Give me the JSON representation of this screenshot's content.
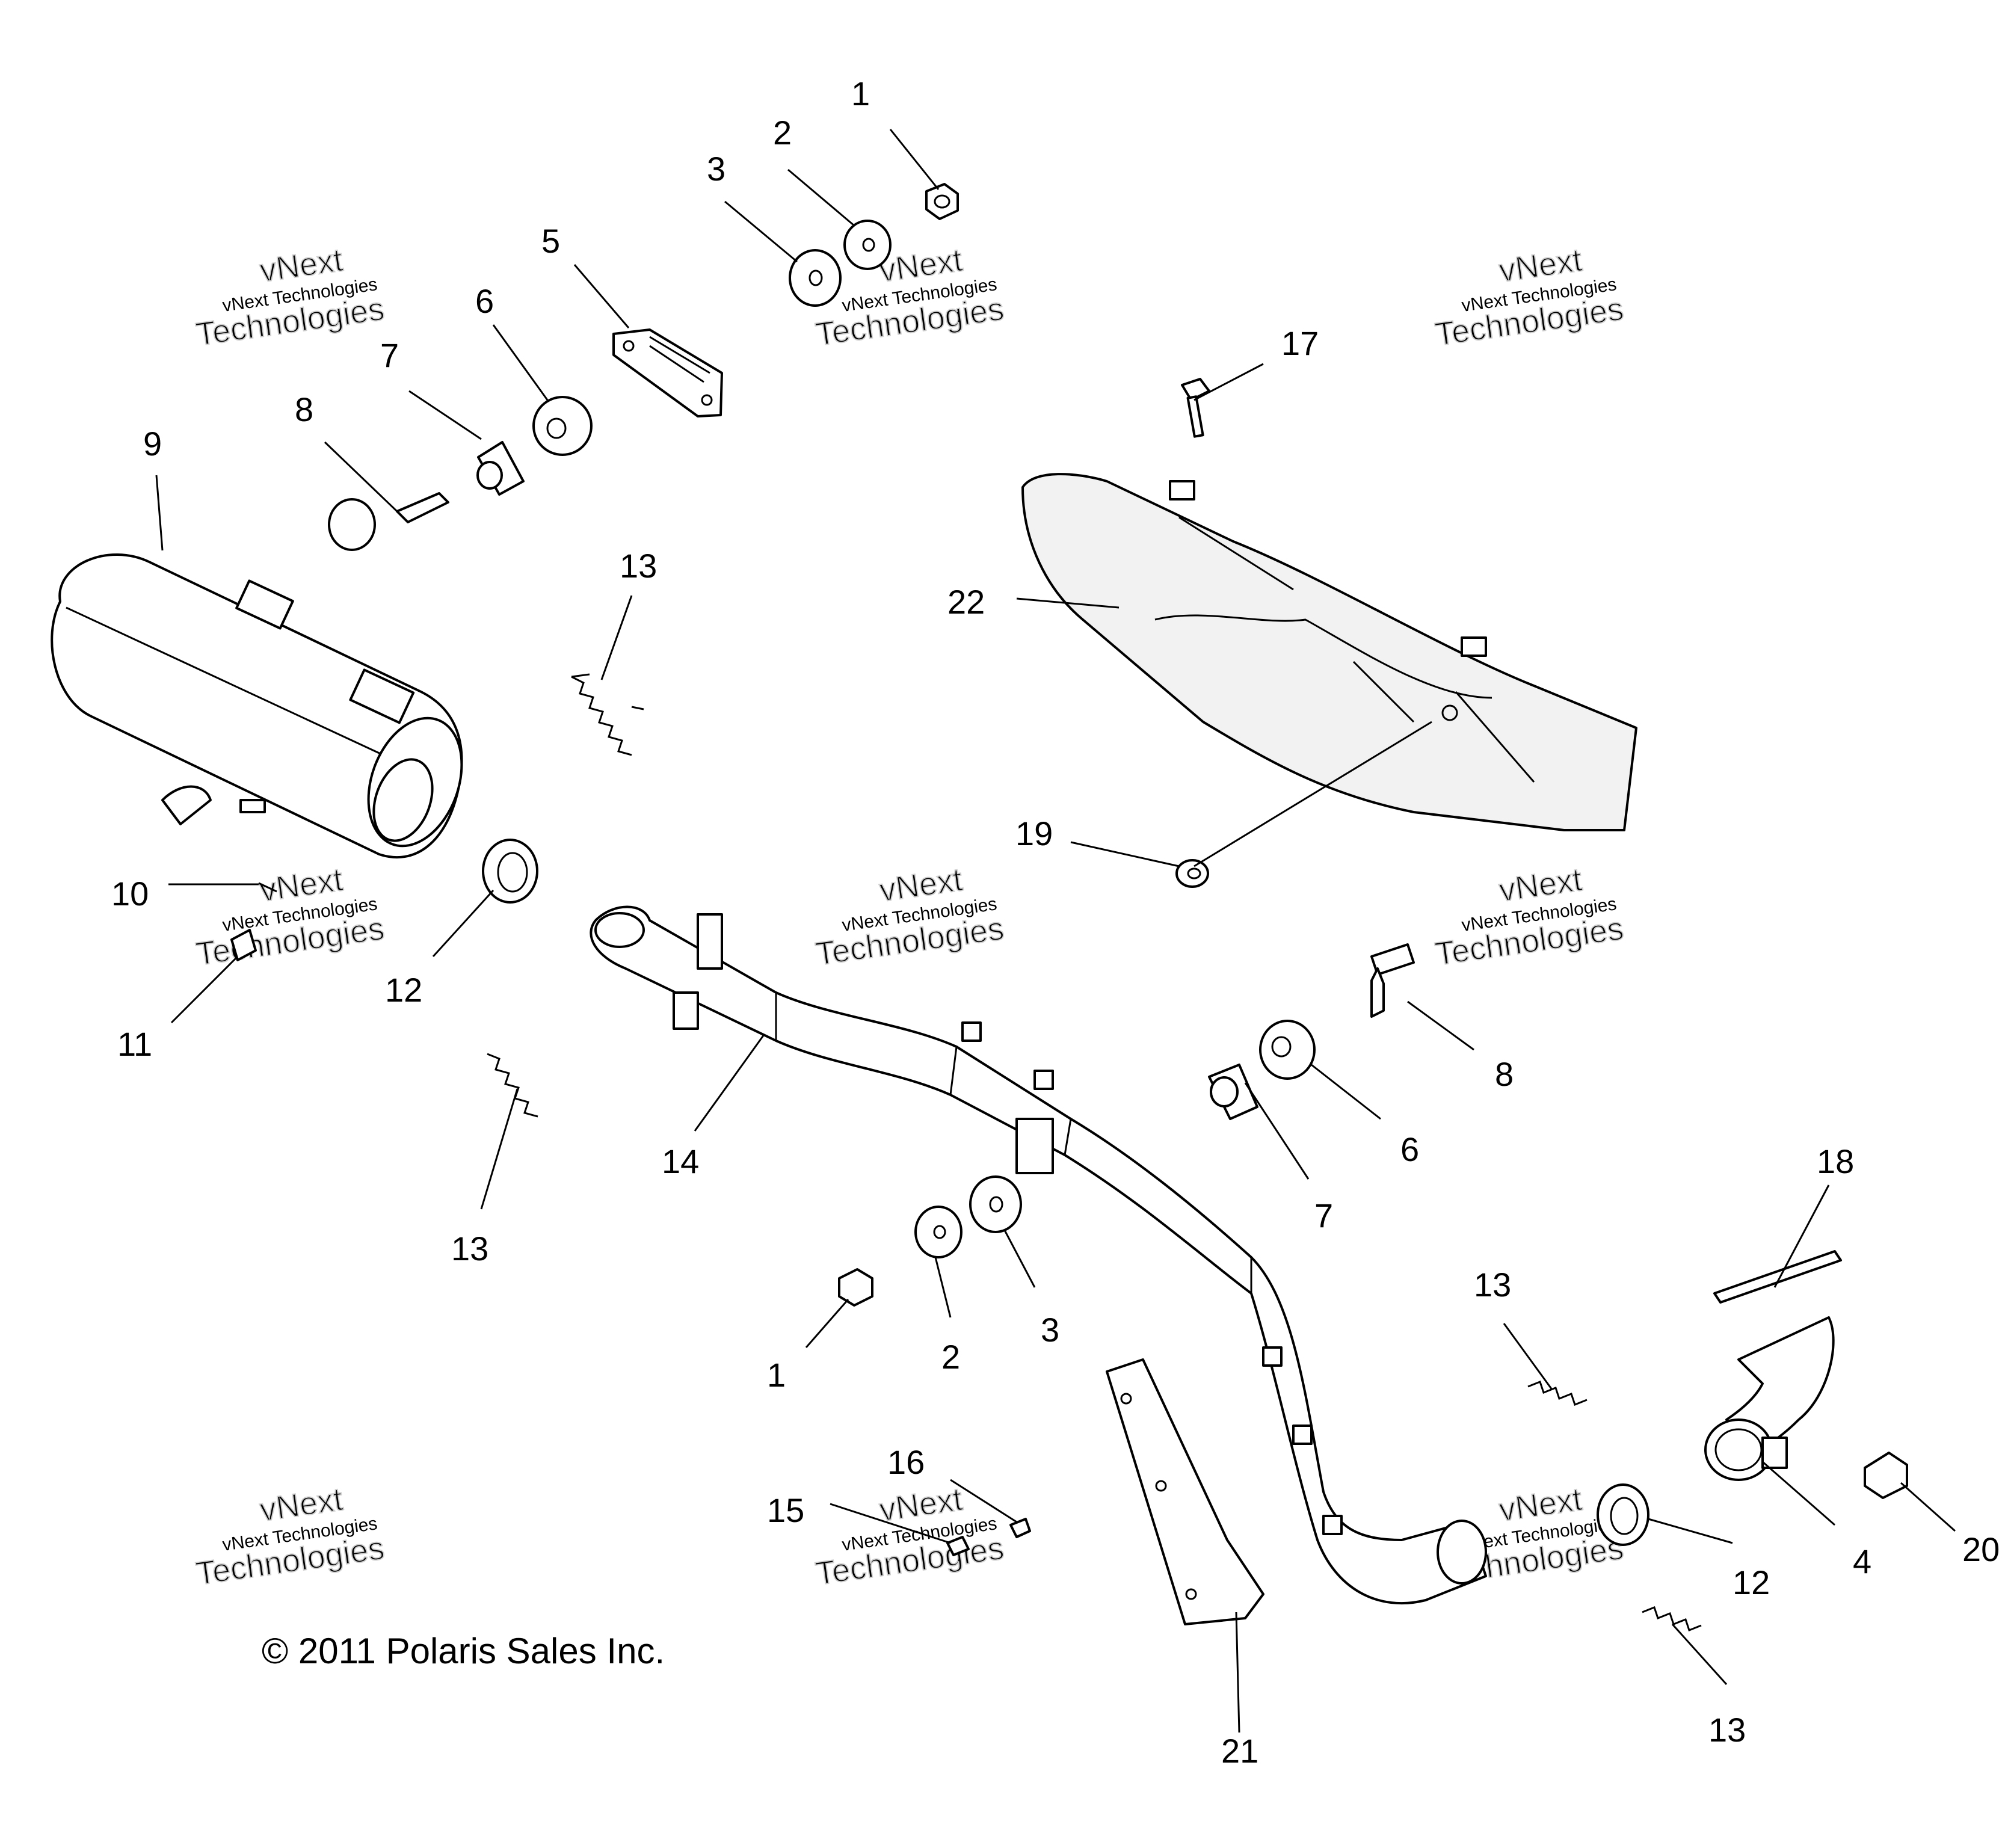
{
  "copyright": "© 2011 Polaris Sales Inc.",
  "watermark": {
    "line1": "vNext Technologies",
    "line2": "vNext",
    "line3": "Technologies"
  },
  "callouts": [
    {
      "id": "c1",
      "label": "1"
    },
    {
      "id": "c2",
      "label": "2"
    },
    {
      "id": "c3",
      "label": "3"
    },
    {
      "id": "c5",
      "label": "5"
    },
    {
      "id": "c6",
      "label": "6"
    },
    {
      "id": "c7",
      "label": "7"
    },
    {
      "id": "c8",
      "label": "8"
    },
    {
      "id": "c9",
      "label": "9"
    },
    {
      "id": "c13a",
      "label": "13"
    },
    {
      "id": "c17",
      "label": "17"
    },
    {
      "id": "c22",
      "label": "22"
    },
    {
      "id": "c19",
      "label": "19"
    },
    {
      "id": "c10",
      "label": "10"
    },
    {
      "id": "c11",
      "label": "11"
    },
    {
      "id": "c12a",
      "label": "12"
    },
    {
      "id": "c13b",
      "label": "13"
    },
    {
      "id": "c14",
      "label": "14"
    },
    {
      "id": "c8b",
      "label": "8"
    },
    {
      "id": "c6b",
      "label": "6"
    },
    {
      "id": "c7b",
      "label": "7"
    },
    {
      "id": "c18",
      "label": "18"
    },
    {
      "id": "c1b",
      "label": "1"
    },
    {
      "id": "c2b",
      "label": "2"
    },
    {
      "id": "c3b",
      "label": "3"
    },
    {
      "id": "c13c",
      "label": "13"
    },
    {
      "id": "c16",
      "label": "16"
    },
    {
      "id": "c15",
      "label": "15"
    },
    {
      "id": "c12b",
      "label": "12"
    },
    {
      "id": "c4",
      "label": "4"
    },
    {
      "id": "c20",
      "label": "20"
    },
    {
      "id": "c13d",
      "label": "13"
    },
    {
      "id": "c21",
      "label": "21"
    }
  ]
}
